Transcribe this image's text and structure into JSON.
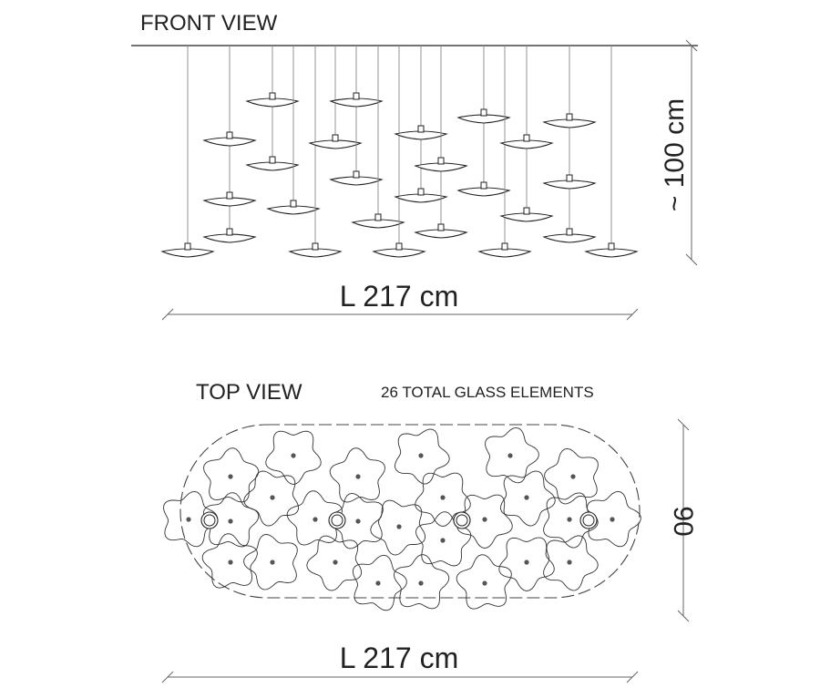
{
  "front_view": {
    "title": "FRONT VIEW",
    "height_label": "~ 100 cm",
    "length_label": "L 217 cm"
  },
  "top_view": {
    "title": "TOP VIEW",
    "elements_note": "26 TOTAL GLASS ELEMENTS",
    "width_label": "90",
    "length_label": "L 217 cm"
  },
  "colors": {
    "line": "#222222",
    "cord": "#888888",
    "dimension": "#666666"
  }
}
